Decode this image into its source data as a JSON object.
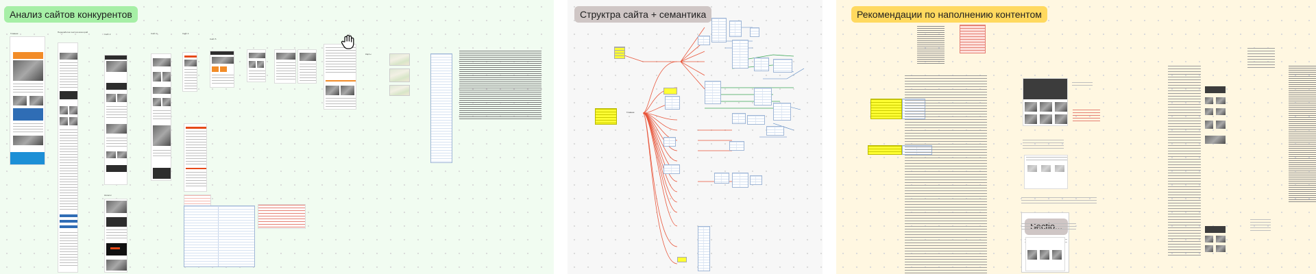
{
  "sections": [
    {
      "label": "Анализ сайтов конкурентов",
      "color": "#a6efa6"
    },
    {
      "label": "Структра сайта + семантика",
      "color": "#cfc6c5"
    },
    {
      "label": "Рекомендации по наполнению контентом",
      "color": "#ffd95f"
    }
  ],
  "embedded_frame": {
    "label": "Sectio..."
  },
  "colors": {
    "section1_bg": "#f1fcf1",
    "section2_bg": "#f7f7f7",
    "section3_bg": "#fff7e1",
    "mindmap_red": "#e8553a",
    "mindmap_green": "#3aa655"
  },
  "cursor": {
    "icon": "grab-hand-icon"
  }
}
